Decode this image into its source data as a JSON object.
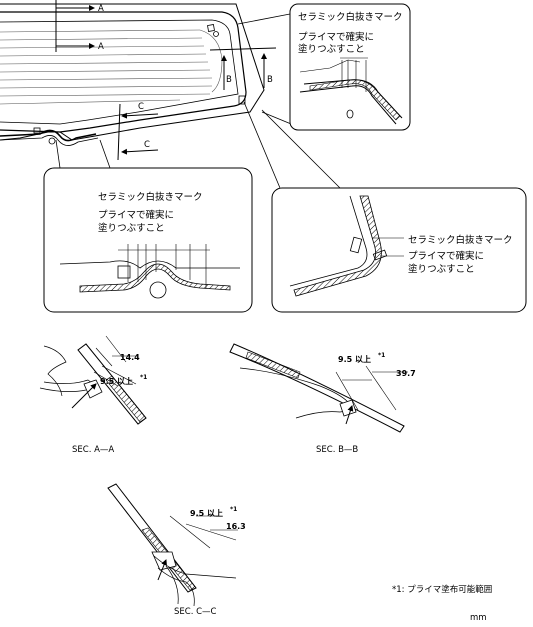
{
  "cut_labels": {
    "a": "A",
    "b": "B",
    "c": "C"
  },
  "callout_top_right": {
    "title": "セラミック白抜きマーク",
    "line1": "プライマで確実に",
    "line2": "塗りつぶすこと"
  },
  "callout_middle_left": {
    "title": "セラミック白抜きマーク",
    "line1": "プライマで確実に",
    "line2": "塗りつぶすこと"
  },
  "callout_middle_right": {
    "title": "セラミック白抜きマーク",
    "line1": "プライマで確実に",
    "line2": "塗りつぶすこと"
  },
  "section_aa": {
    "title": "SEC. A—A",
    "dim_width": "14.4",
    "dim_primer": "9.5 以上",
    "footnote_mark": "*1"
  },
  "section_bb": {
    "title": "SEC. B—B",
    "dim_width": "39.7",
    "dim_primer": "9.5 以上",
    "footnote_mark": "*1"
  },
  "section_cc": {
    "title": "SEC. C—C",
    "dim_width": "16.3",
    "dim_primer": "9.5 以上",
    "footnote_mark": "*1"
  },
  "footnote": "*1: プライマ塗布可能範囲",
  "unit": "mm"
}
